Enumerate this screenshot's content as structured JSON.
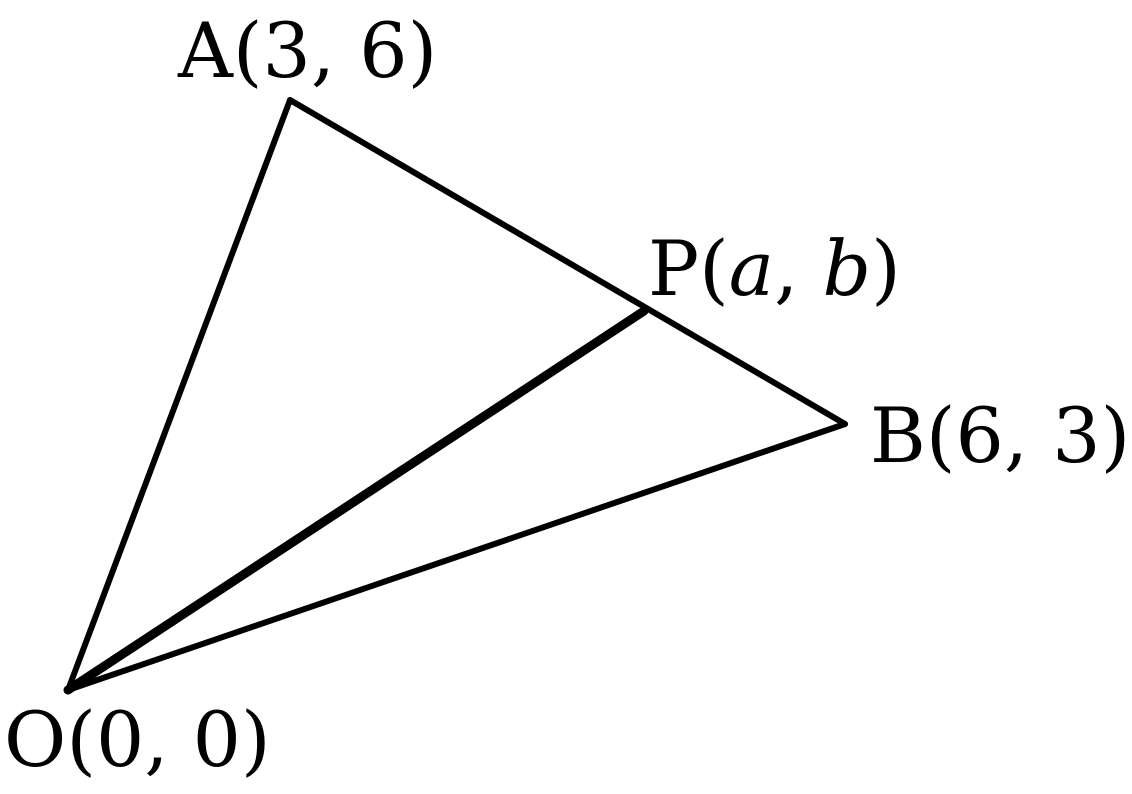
{
  "figure": {
    "points": {
      "A": {
        "name": "A",
        "x": "3",
        "y": "6"
      },
      "B": {
        "name": "B",
        "x": "6",
        "y": "3"
      },
      "O": {
        "name": "O",
        "x": "0",
        "y": "0"
      },
      "P": {
        "name": "P",
        "x": "a",
        "y": "b"
      }
    },
    "punctuation": {
      "open": "(",
      "comma": ", ",
      "close": ")"
    }
  }
}
